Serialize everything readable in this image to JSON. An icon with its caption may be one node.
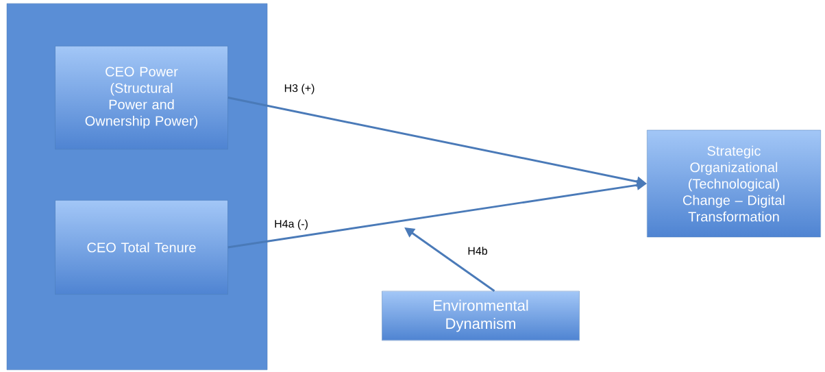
{
  "diagram": {
    "nodes": [
      {
        "text": [],
        "shape": "box"
      },
      {
        "text": [
          "CEO Power (Structural Power and Ownership Power)"
        ],
        "in": 0
      },
      {
        "text": [
          "CEO Total Tenure"
        ],
        "in": 0
      },
      {
        "text": [
          "Strategic Organizational (Technological) Change – Digital Transformation"
        ]
      },
      {
        "text": [
          "Environmental Dynamism"
        ]
      }
    ],
    "edges": [
      {
        "from": 1,
        "to": 3,
        "arrow": "to",
        "label": "H3 (+)"
      },
      {
        "from": 2,
        "to": 3,
        "arrow": "to",
        "label": "H4a (-)"
      },
      {
        "from": 4,
        "to": null,
        "arrow": "to",
        "label": "H4b"
      }
    ]
  }
}
